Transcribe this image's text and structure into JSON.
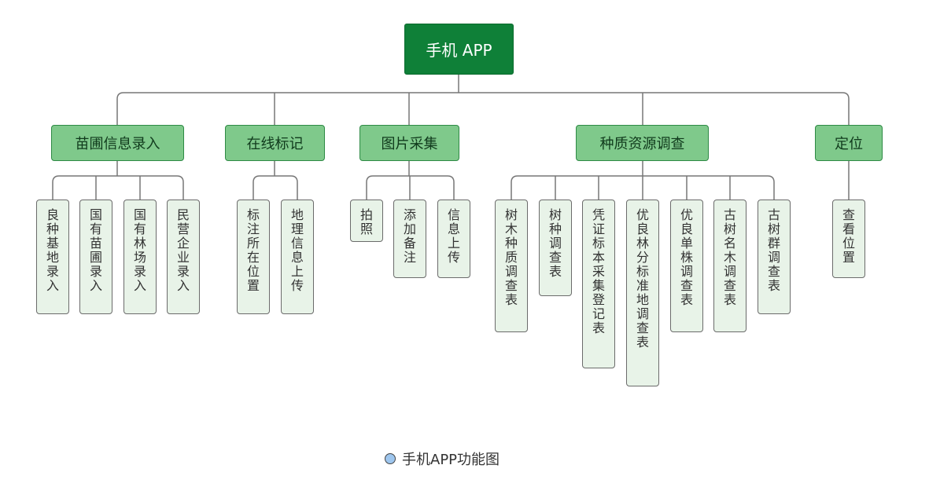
{
  "root": {
    "label": "手机 APP"
  },
  "categories": [
    {
      "label": "苗圃信息录入",
      "children": [
        "良种基地录入",
        "国有苗圃录入",
        "国有林场录入",
        "民营企业录入"
      ]
    },
    {
      "label": "在线标记",
      "children": [
        "标注所在位置",
        "地理信息上传"
      ]
    },
    {
      "label": "图片采集",
      "children": [
        "拍照",
        "添加备注",
        "信息上传"
      ]
    },
    {
      "label": "种质资源调查",
      "children": [
        "树木种质调查表",
        "树种调查表",
        "凭证标本采集登记表",
        "优良林分标准地调查表",
        "优良单株调查表",
        "古树名木调查表",
        "古树群调查表"
      ]
    },
    {
      "label": "定位",
      "children": [
        "查看位置"
      ]
    }
  ],
  "caption": {
    "text": "手机APP功能图"
  },
  "colors": {
    "root_fill": "#0f8038",
    "category_fill": "#7fc98b",
    "leaf_fill": "#e8f3e8",
    "connector": "#777777",
    "caption_bullet": "#9ec6ee"
  }
}
